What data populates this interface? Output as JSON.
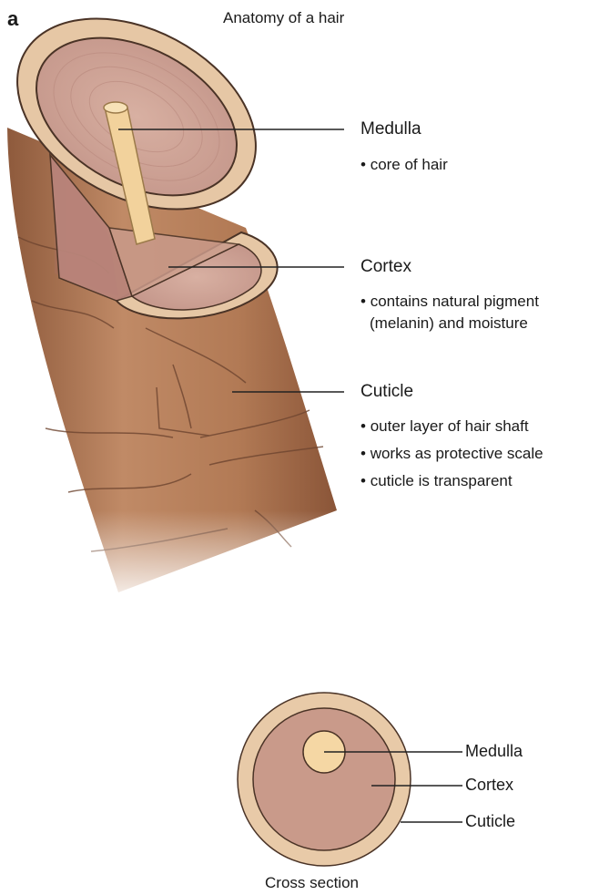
{
  "panel_letter": "a",
  "title": "Anatomy of a hair",
  "callouts": [
    {
      "label": "Medulla",
      "bullets": [
        "core of hair"
      ]
    },
    {
      "label": "Cortex",
      "bullets": [
        "contains natural pigment",
        "(melanin) and moisture"
      ]
    },
    {
      "label": "Cuticle",
      "bullets": [
        "outer layer of hair shaft",
        "works as protective scale",
        "cuticle is transparent"
      ]
    }
  ],
  "cross_section": {
    "labels": [
      "Medulla",
      "Cortex",
      "Cuticle"
    ],
    "caption": "Cross section"
  },
  "colors": {
    "cuticle": "#e7c9a8",
    "cortex": "#c99a8a",
    "medulla": "#f2d29c",
    "shaft": "#b98460",
    "outline": "#4a3326",
    "leader": "#222222"
  }
}
